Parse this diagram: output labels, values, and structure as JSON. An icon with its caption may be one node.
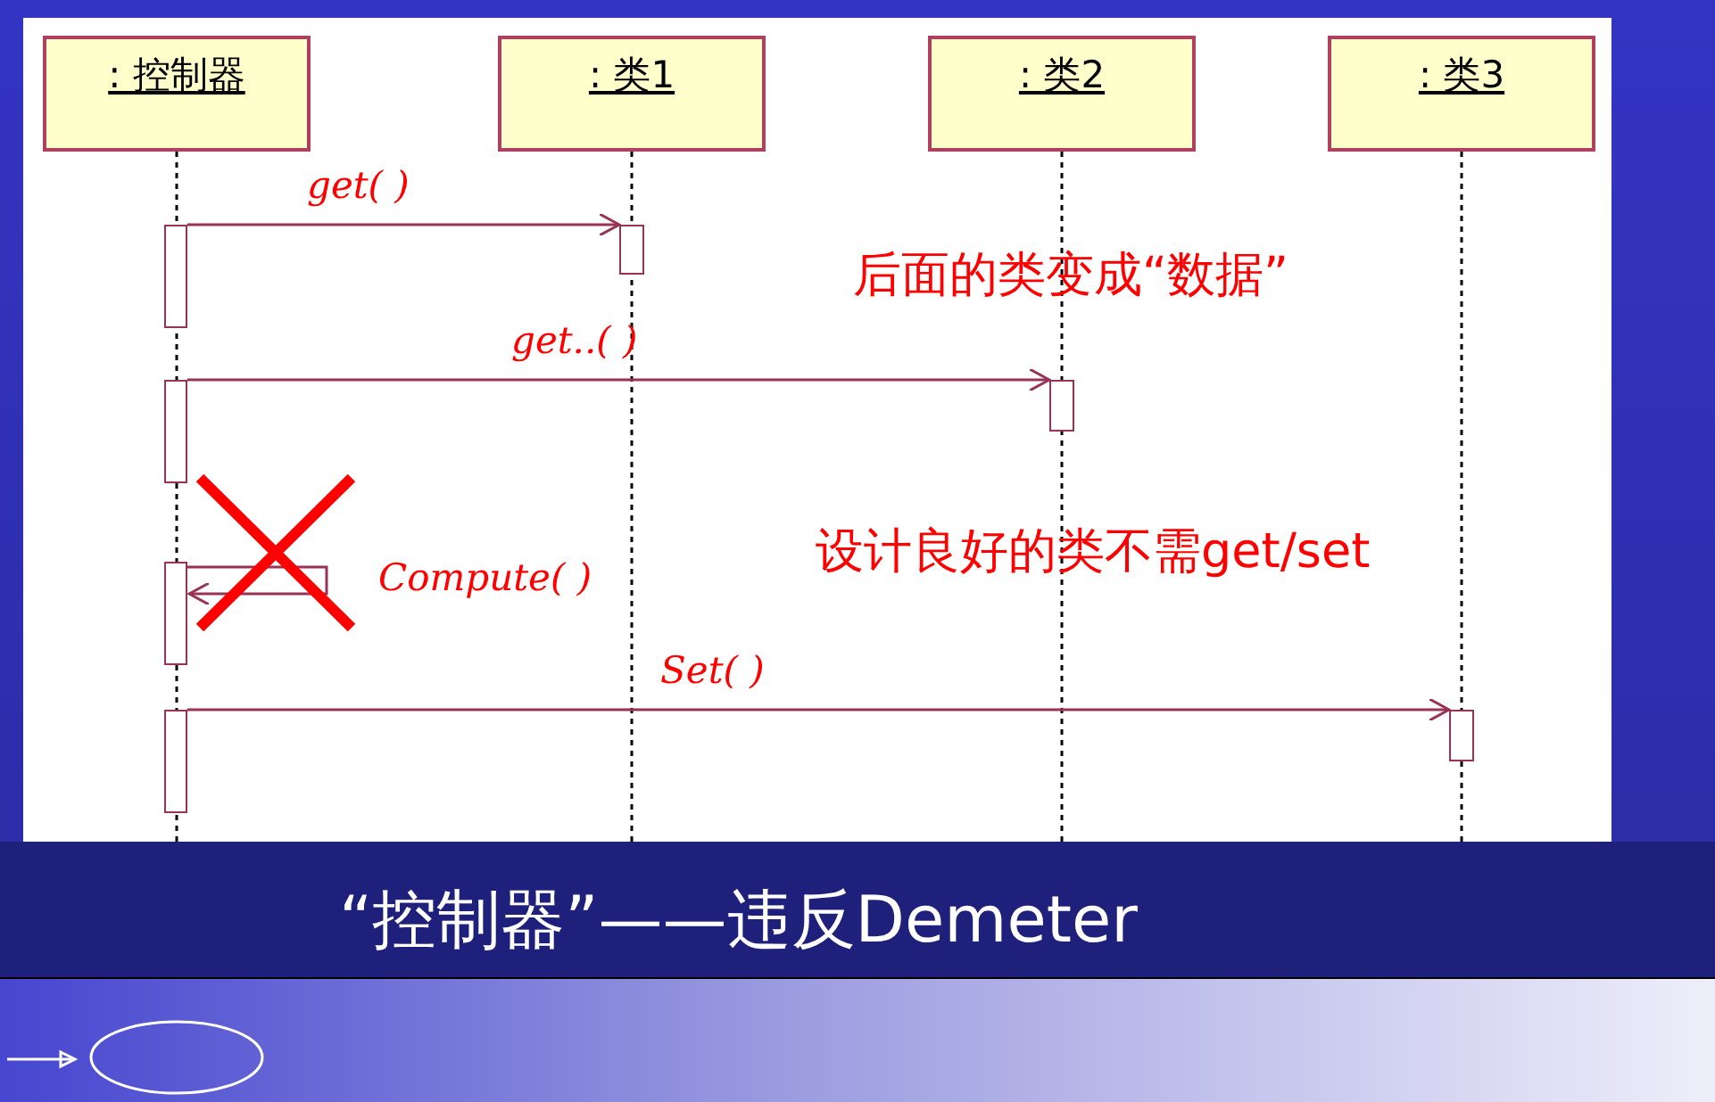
{
  "diagram": {
    "title": "“控制器”——违反Demeter",
    "nodes": [
      {
        "text": [
          ": 控制器"
        ]
      },
      {
        "text": [
          ": 类1"
        ]
      },
      {
        "text": [
          ": 类2"
        ]
      },
      {
        "text": [
          ": 类3"
        ]
      },
      {
        "text": [],
        "shape": "bar"
      },
      {
        "text": [],
        "shape": "bar"
      },
      {
        "text": [],
        "shape": "bar"
      },
      {
        "text": [],
        "shape": "bar"
      },
      {
        "text": [],
        "shape": "bar"
      },
      {
        "text": [],
        "shape": "bar"
      },
      {
        "text": [],
        "shape": "bar"
      }
    ],
    "edges": [
      {
        "from": 4,
        "to": 5,
        "arrow": "to",
        "label": "get( )"
      },
      {
        "from": 6,
        "to": 7,
        "arrow": "to",
        "label": "get..( )"
      },
      {
        "from": 8,
        "to": 8,
        "arrow": "to",
        "label": "Compute( )"
      },
      {
        "from": 9,
        "to": 10,
        "arrow": "to",
        "label": "Set( )"
      }
    ],
    "labels": [
      "后面的类变成“数据”",
      "设计良好的类不需get/set"
    ]
  }
}
